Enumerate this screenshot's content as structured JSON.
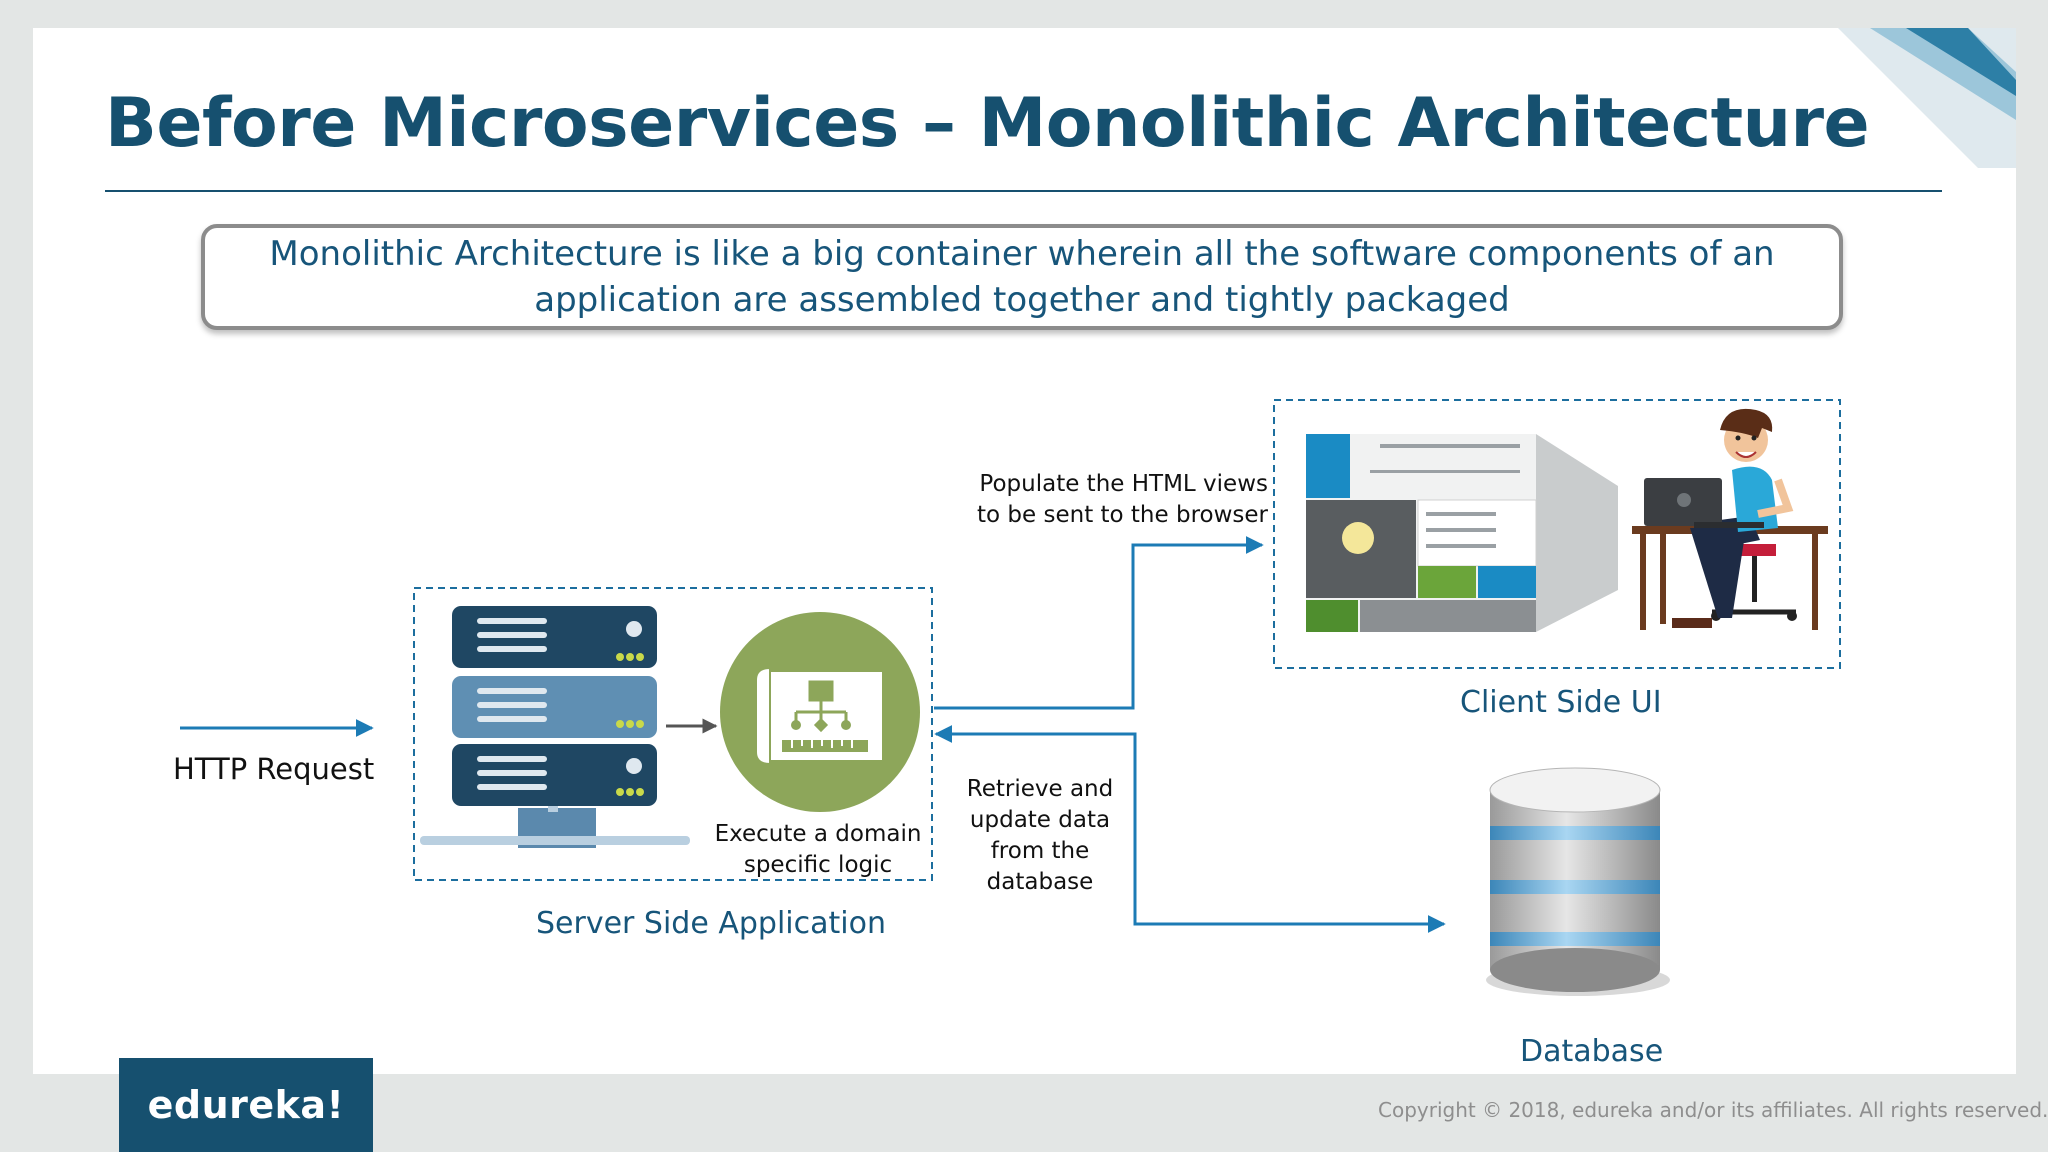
{
  "title": "Before Microservices – Monolithic Architecture",
  "callout": "Monolithic Architecture is like a big container wherein all the software components of an application are assembled together and tightly packaged",
  "diagram": {
    "http_request": "HTTP Request",
    "server_caption": "Server Side Application",
    "logic_caption_line1": "Execute a domain",
    "logic_caption_line2": "specific logic",
    "populate_line1": "Populate the HTML views",
    "populate_line2": "to be sent to the browser",
    "retrieve_line1": "Retrieve and",
    "retrieve_line2": "update data",
    "retrieve_line3": "from the",
    "retrieve_line4": "database",
    "client_caption": "Client Side UI",
    "database_caption": "Database"
  },
  "footer": {
    "logo": "edureka!",
    "copyright": "Copyright © 2018, edureka and/or its affiliates. All rights reserved."
  },
  "colors": {
    "title": "#16506f",
    "arrow": "#1c7bb5",
    "server_dark": "#1f4763",
    "server_light": "#5f8fb3",
    "logic_green": "#8da65a"
  },
  "icons": [
    "server-rack-icon",
    "blueprint-icon",
    "web-ui-screenshot-icon",
    "developer-at-desk-icon",
    "database-cylinder-icon"
  ]
}
